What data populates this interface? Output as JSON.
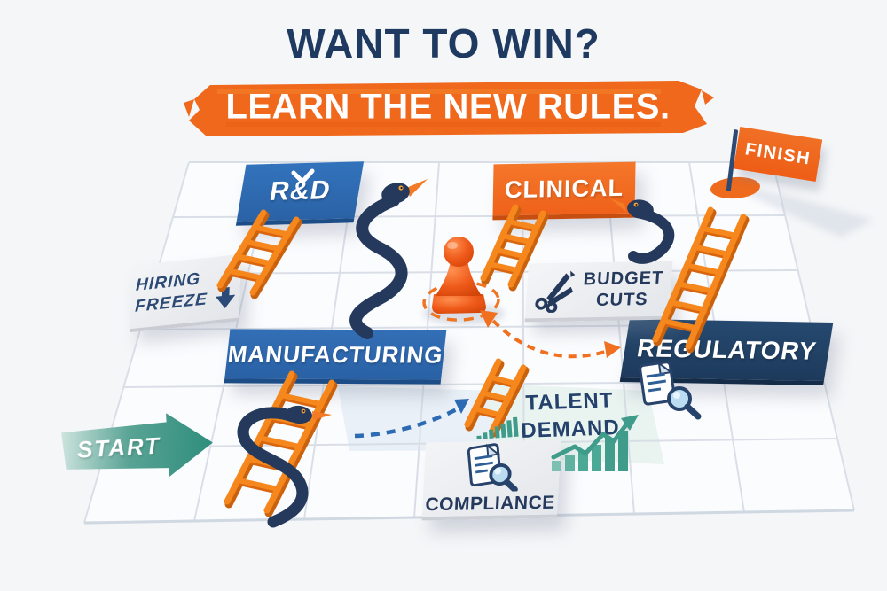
{
  "title": {
    "line1": "WANT TO WIN?",
    "line2": "LEARN THE NEW RULES."
  },
  "board": {
    "tiles": {
      "rd": {
        "label": "R&D",
        "color": "#2e6cb2",
        "decoration": "checkmark"
      },
      "clinical": {
        "label": "CLINICAL",
        "color": "#f0681c"
      },
      "hiring_freeze": {
        "line1": "HIRING",
        "line2": "FREEZE",
        "color": "#e9ebee",
        "icon": "down-arrow"
      },
      "manufacturing": {
        "label": "MANUFACTURING",
        "color": "#2e6cb2"
      },
      "regulatory": {
        "label": "REGULATORY",
        "color": "#20395c"
      },
      "budget_cuts": {
        "line1": "BUDGET",
        "line2": "CUTS",
        "color": "#e9ebee",
        "icon": "scissors"
      },
      "talent_demand": {
        "line1": "TALENT",
        "line2": "DEMAND",
        "color": "#eaf4f1",
        "icon": "growth-bars"
      },
      "compliance": {
        "label": "COMPLIANCE",
        "color": "#e9ebee",
        "icon": "document-magnifier"
      }
    },
    "markers": {
      "start": "START",
      "finish": "FINISH"
    }
  },
  "icons": {
    "scissors-icon": "navy open scissors",
    "down-arrow-icon": "navy thick down arrow",
    "checkmark-icon": "white chevron above R&D",
    "document-magnifier-icon": "paper sheet with magnifying glass",
    "growth-bars-icon": "ascending teal bar chart",
    "trend-arrow-icon": "teal zig-zag rising arrow",
    "pawn-icon": "orange game pawn with dashed target ellipse",
    "snake-icon": "navy snake",
    "ladder-icon": "orange ladder",
    "finish-flag-icon": "orange flag on navy pole"
  },
  "colors": {
    "headline_navy": "#1f3a60",
    "accent_orange": "#f0681c",
    "tile_blue": "#2e6cb2",
    "tile_navy": "#20395c",
    "tile_light": "#e9ebee",
    "teal": "#3f9c8a",
    "snake_navy": "#24395b",
    "ladder_orange": "#f6871c",
    "board_line": "#d5dbe4",
    "background": "#f4f6f8"
  }
}
